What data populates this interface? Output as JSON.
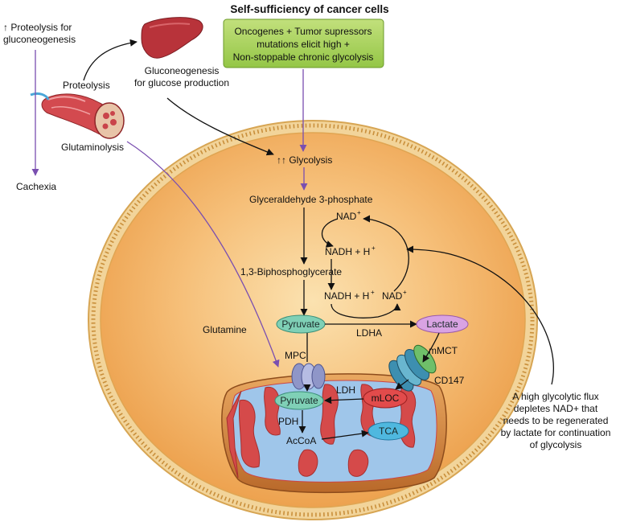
{
  "title": "Self-sufficiency of cancer cells",
  "green_box": {
    "lines": [
      "Oncogenes +  Tumor supressors",
      "mutations elicit high +",
      "Non-stoppable chronic glycolysis"
    ]
  },
  "left_panel": {
    "proteolysis_up": [
      "↑ Proteolysis for",
      "gluconeogenesis"
    ],
    "proteolysis": "Proteolysis",
    "glutaminolysis": "Glutaminolysis",
    "cachexia": "Cachexia",
    "gluconeogenesis": [
      "Gluconeogenesis",
      "for glucose production"
    ]
  },
  "pathway": {
    "glycolysis": "↑↑ Glycolysis",
    "g3p": "Glyceraldehyde 3-phosphate",
    "nad_top": "NAD",
    "nadh_top": "NADH + H",
    "bpg": "1,3-Biphosphoglycerate",
    "nadh_low": "NADH + H",
    "nad_low": "NAD",
    "pyruvate": "Pyruvate",
    "ldha": "LDHA",
    "lactate": "Lactate",
    "glutamine": "Glutamine",
    "mpc": "MPC",
    "mmct": "mMCT",
    "cd147": "CD147"
  },
  "mito": {
    "pyruvate": "Pyruvate",
    "ldh": "LDH",
    "mloc": "mLOC",
    "pdh": "PDH",
    "acoa": "AcCoA",
    "tca": "TCA"
  },
  "note": [
    "A high glycolytic flux",
    "depletes NAD+ that",
    "needs to be regenerated",
    "by lactate for continuation",
    "of glycolysis"
  ],
  "colors": {
    "cell_fill": "#f5b86a",
    "membrane": "#e8b766",
    "green_box": "#a8d25a",
    "pyruvate_pill": "#7fd0b6",
    "lactate_pill": "#d9a3e3",
    "tca_pill": "#4fb8df",
    "mloc_pill": "#e24b4b",
    "mito_outer": "#d98a3c",
    "mito_inner": "#9fc6ea",
    "arrow_purple": "#7a4fb0"
  }
}
